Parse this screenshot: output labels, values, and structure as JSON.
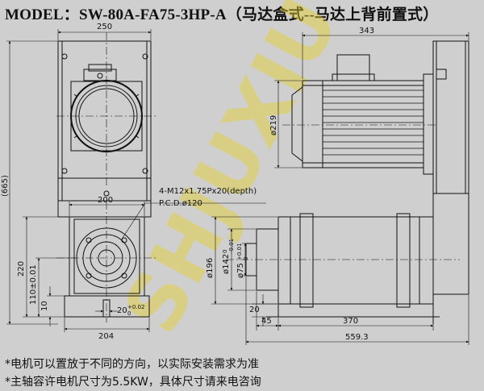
{
  "header": {
    "title": "MODEL：SW-80A-FA75-3HP-A（马达盒式--马达上背前置式）"
  },
  "watermark": {
    "text": "SHJUXIU",
    "color": "#e6cf2a"
  },
  "dimensions": {
    "d250": "250",
    "d665": "(665)",
    "d343": "343",
    "d219": "ø219",
    "d200": "200",
    "d220": "220",
    "d110": "110±0.01",
    "d10": "10",
    "d20tol": "20",
    "d20tol_sup": "+0.02",
    "d20tol_sub": "0",
    "d204": "204",
    "thread": "4-M12x1.75Px20(depth)",
    "pcd": "P.C.D.ø120",
    "d196": "ø196",
    "d142": "ø142",
    "d142_sup": "0",
    "d142_sub": "-0.01",
    "d75": "ø75",
    "d75_sup": "+0.01",
    "d75_sub": "0",
    "d20": "20",
    "d45": "45",
    "d370": "370",
    "d559": "559.3"
  },
  "notes": [
    "*电机可以置放于不同的方向，以实际安装需求为准",
    "*主轴容许电机尺寸为5.5KW，具体尺寸请来电咨询"
  ]
}
